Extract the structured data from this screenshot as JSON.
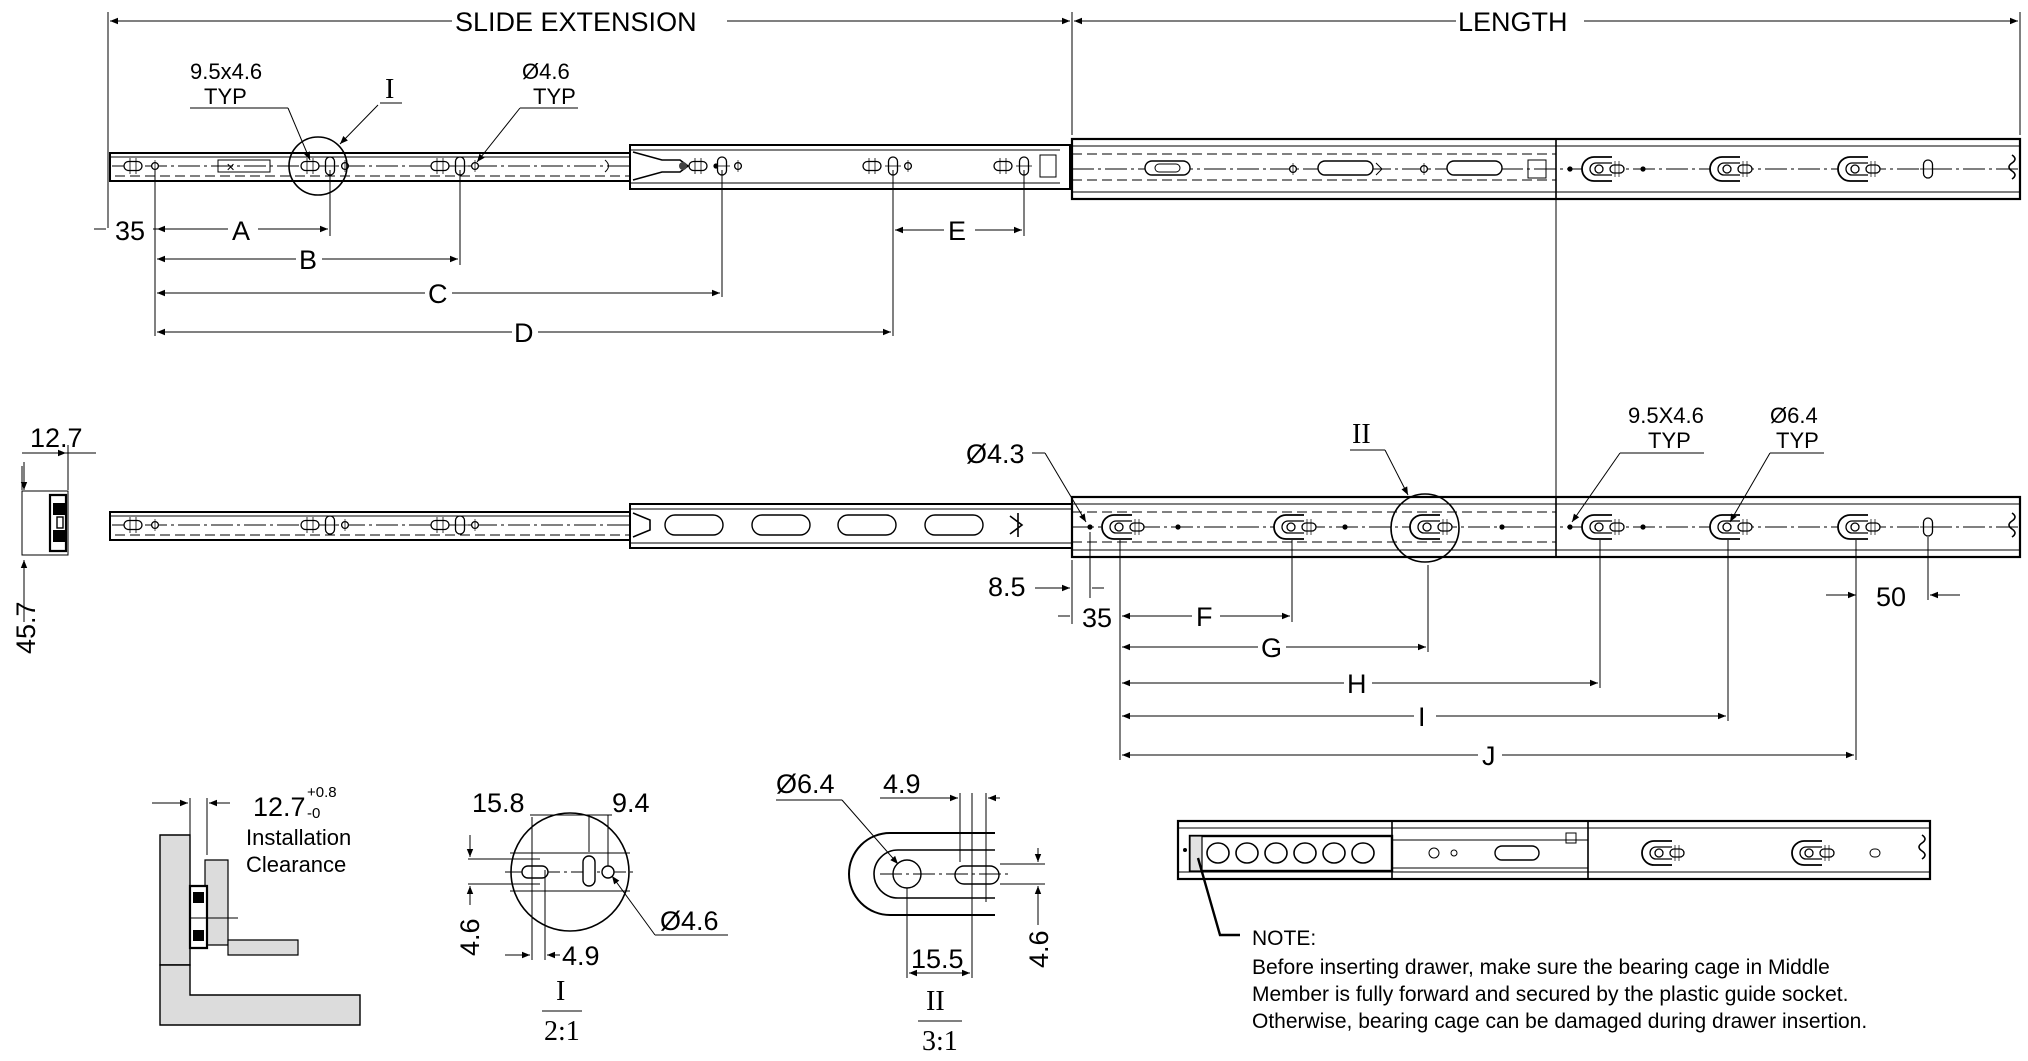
{
  "dimensions": {
    "slide_extension": "SLIDE EXTENSION",
    "length": "LENGTH",
    "slot_size_1": "9.5x4.6",
    "slot_size_2": "9.5X4.6",
    "typ": "TYP",
    "dia_4_6": "Ø4.6",
    "dia_4_3": "Ø4.3",
    "dia_6_4": "Ø6.4",
    "a": "A",
    "b": "B",
    "c": "C",
    "d": "D",
    "e": "E",
    "f": "F",
    "g": "G",
    "h": "H",
    "i": "I",
    "j": "J",
    "v35": "35",
    "v8_5": "8.5",
    "v50": "50",
    "v12_7": "12.7",
    "v45_7": "45.7",
    "clearance_value": "12.7",
    "clearance_tol_plus": "+0.8",
    "clearance_tol_minus": "-0",
    "installation": "Installation",
    "clearance": "Clearance",
    "v15_8": "15.8",
    "v9_4": "9.4",
    "v4_6": "4.6",
    "v4_9": "4.9",
    "v15_5": "15.5"
  },
  "details": {
    "detail_1_tag": "I",
    "detail_1_scale": "2:1",
    "detail_2_tag": "II",
    "detail_2_scale": "3:1"
  },
  "note": {
    "title": "NOTE:",
    "line1": "Before inserting drawer, make sure the bearing cage in Middle",
    "line2": "Member is fully forward and secured by the plastic guide socket.",
    "line3": "Otherwise, bearing cage can be damaged during drawer insertion."
  }
}
